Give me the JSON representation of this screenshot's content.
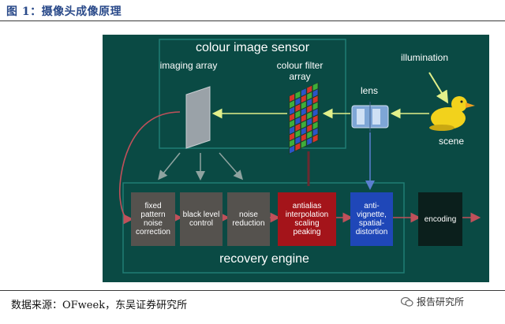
{
  "figure": {
    "title": "图 1：摄像头成像原理",
    "source": "数据来源：OFweek，东吴证券研究所",
    "watermark": "报告研究所"
  },
  "diagram": {
    "sensor_title": "colour image sensor",
    "imaging_array": "imaging array",
    "colour_filter_array": "colour filter array",
    "lens": "lens",
    "illumination": "illumination",
    "scene": "scene",
    "engine_title": "recovery engine",
    "stages": {
      "fixed_pattern": "fixed pattern noise correction",
      "black_level": "black level control",
      "noise_reduction": "noise reduction",
      "antialias": "antialias interpolation scaling peaking",
      "anti_vignette": "anti-vignette, spatial-distortion",
      "encoding": "encoding"
    }
  },
  "colors": {
    "panel": "#0a4a44",
    "stage_gray": "#55524e",
    "stage_red": "#a4141a",
    "stage_blue": "#1f47b8",
    "stage_dark": "#0b1f1c",
    "light_path": "#e2f08a"
  }
}
